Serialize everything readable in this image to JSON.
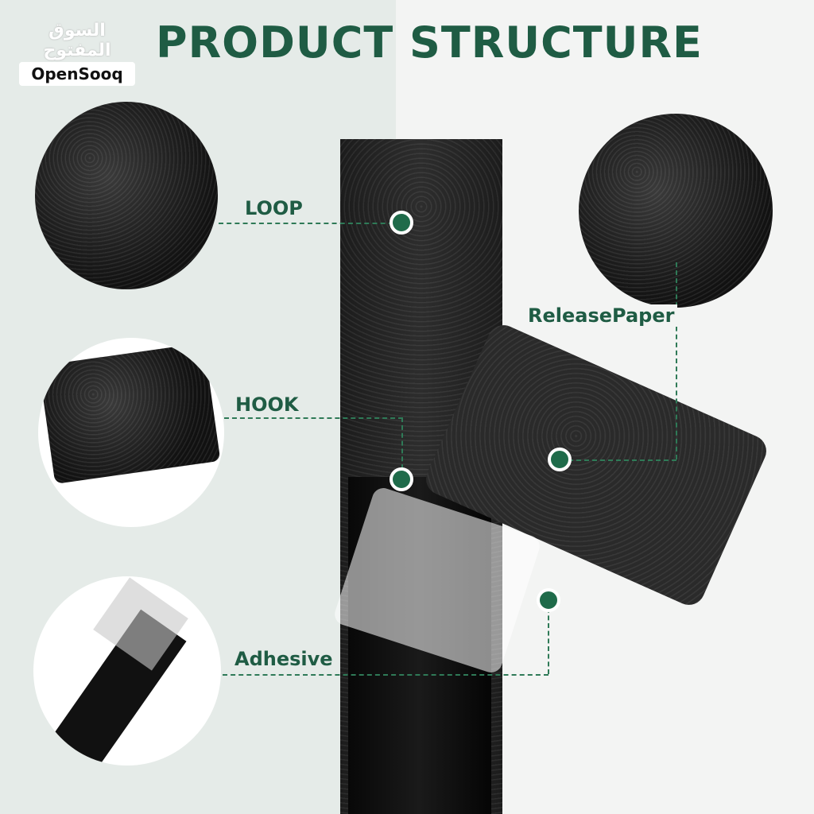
{
  "logo": {
    "arabic": "السوق المفتوح",
    "english": "OpenSooq"
  },
  "title": "PRODUCT STRUCTURE",
  "labels": {
    "loop": "LOOP",
    "hook": "HOOK",
    "adhesive": "Adhesive",
    "release_paper": "ReleasePaper"
  },
  "colors": {
    "accent": "#1f5c44",
    "dot": "#1f6b4a"
  }
}
